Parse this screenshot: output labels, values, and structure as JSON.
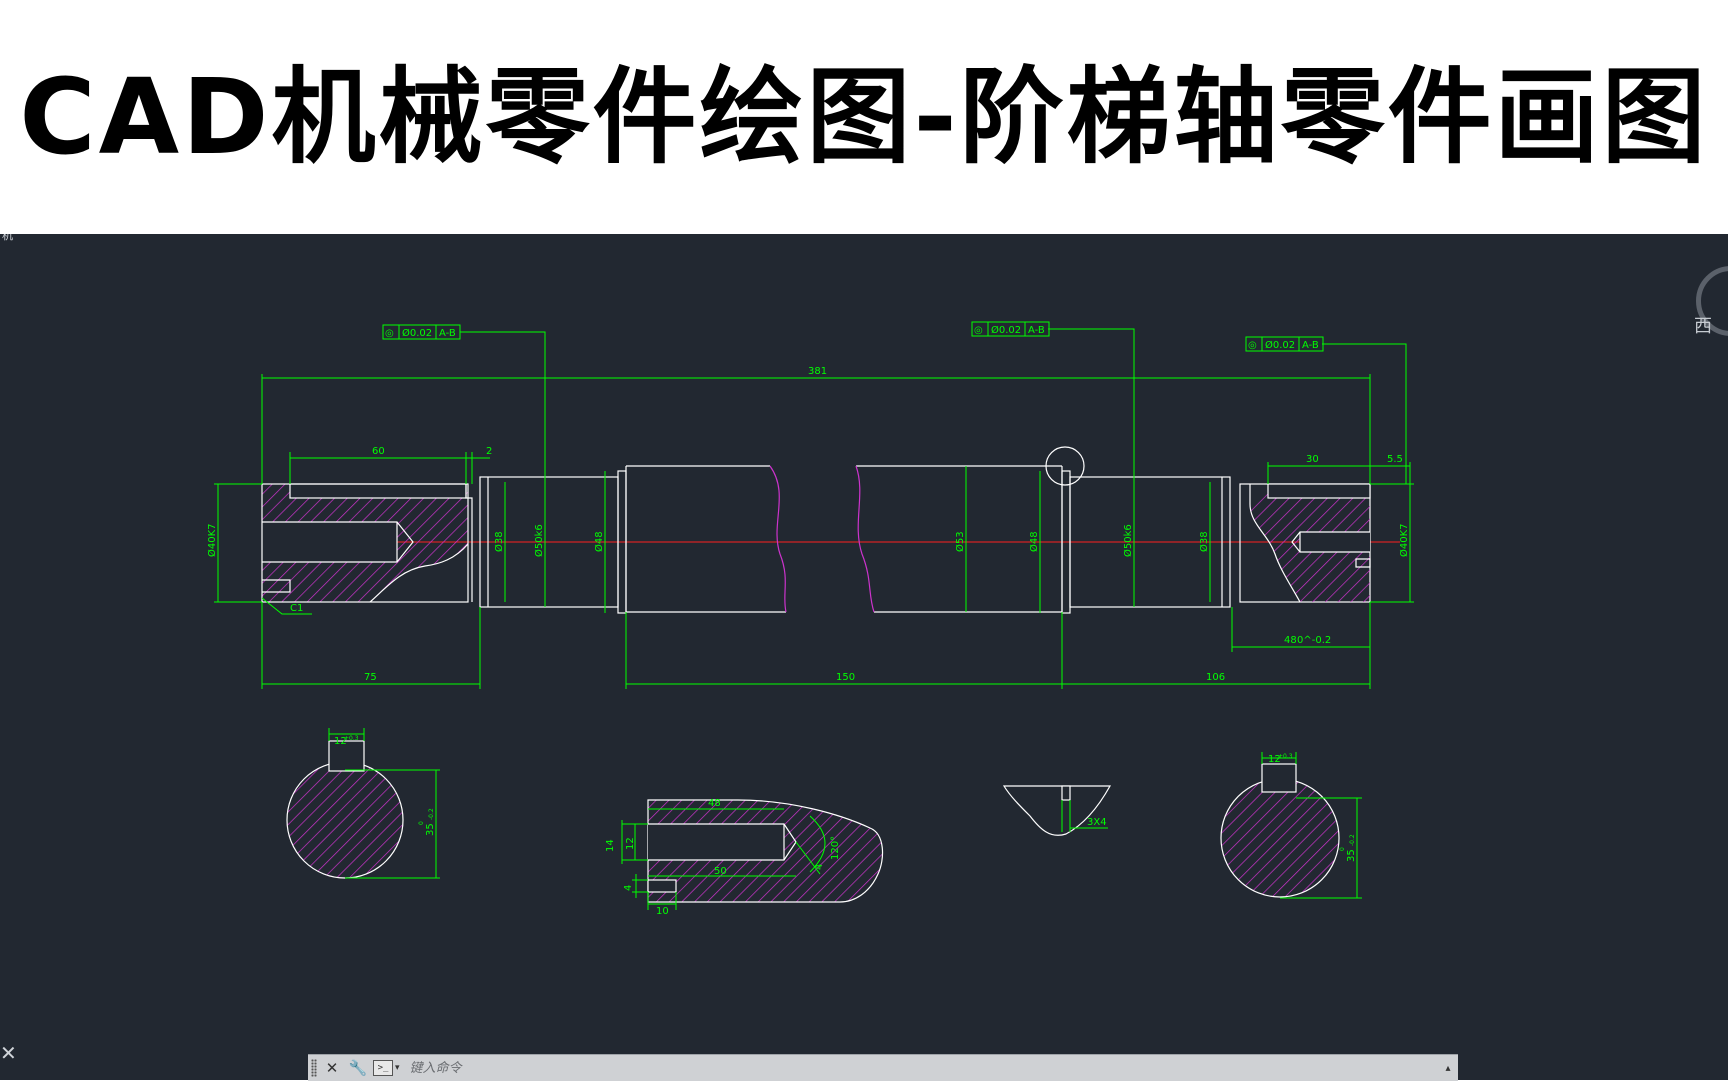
{
  "banner": {
    "title": "CAD机械零件绘图-阶梯轴零件画图"
  },
  "canvas": {
    "corner_label": "机",
    "background": "#222831",
    "colors": {
      "outline": "#ffffff",
      "dimension": "#00ff00",
      "hatch": "#cc33cc",
      "centerline": "#ff2020",
      "break_line": "#cc33cc"
    }
  },
  "viewcube": {
    "label": "西"
  },
  "tolerance_frames": [
    {
      "symbol": "◎",
      "value": "Ø0.02",
      "datum": "A-B"
    },
    {
      "symbol": "◎",
      "value": "Ø0.02",
      "datum": "A-B"
    },
    {
      "symbol": "◎",
      "value": "Ø0.02",
      "datum": "A-B"
    }
  ],
  "dimensions": {
    "overall_length": "381",
    "left_keyway_length": "60",
    "left_groove": "2",
    "right_keyway_length": "30",
    "right_end_offset": "5.5",
    "left_bore_dia": "Ø40K7",
    "right_bore_dia": "Ø40K7",
    "journal_left_dia": "Ø38",
    "bearing_left_dia": "Ø50k6",
    "shoulder_left_dia": "Ø48",
    "body_dia": "Ø53",
    "shoulder_right_dia": "Ø48",
    "bearing_right_dia": "Ø50k6",
    "journal_right_dia": "Ø38",
    "chamfer": "C1",
    "left_section_length": "75",
    "middle_length": "150",
    "right_section_length": "106",
    "right_tolerance_len": "48",
    "right_tolerance_dev": "0^-0.2"
  },
  "section_left": {
    "key_width": "12",
    "key_tol": "+0.3",
    "height": "35",
    "height_upper": "0",
    "height_lower": "-0.2"
  },
  "detail_bore": {
    "bore_depth": "48",
    "drill_depth": "50",
    "outer_width": "14",
    "bore_width": "12",
    "tap_width": "4",
    "tap_length": "10",
    "angle": "120°",
    "small_dia": "4"
  },
  "detail_groove": {
    "label": "3X4"
  },
  "section_right": {
    "key_width": "12",
    "key_tol": "+0.3",
    "height": "35",
    "height_upper": "0",
    "height_lower": "-0.2"
  },
  "command_bar": {
    "close_label": "✕",
    "settings_label": "🔧",
    "prompt_label": ">_",
    "prompt_caret": "▾",
    "input_placeholder": "键入命令",
    "expand_label": "▴",
    "panel_close": "✕"
  }
}
